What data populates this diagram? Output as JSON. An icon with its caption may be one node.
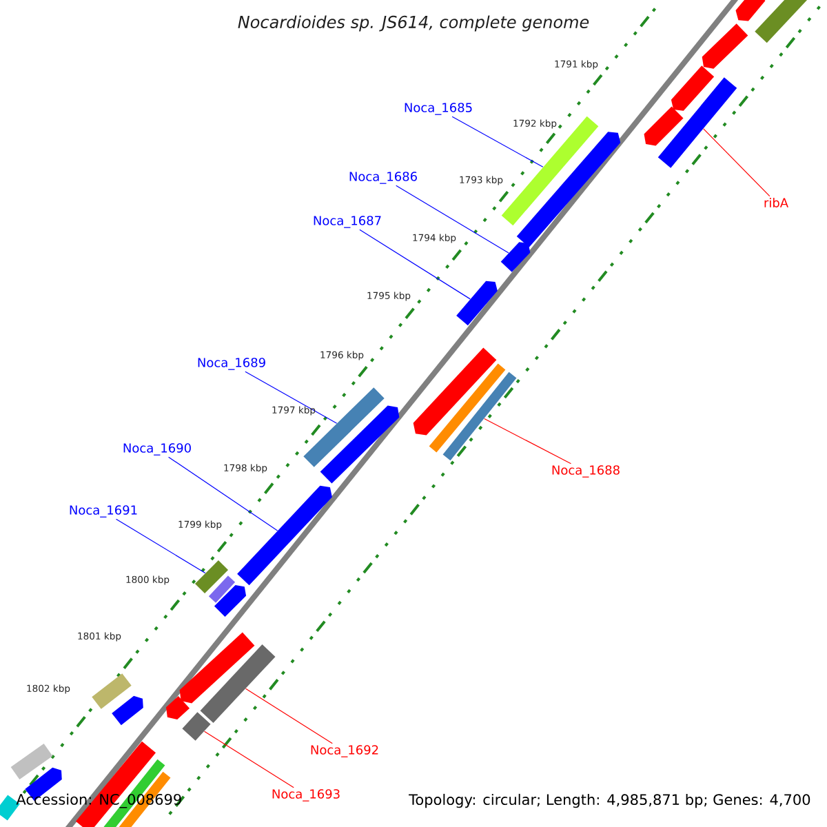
{
  "diagram": {
    "title": "Nocardioides sp. JS614, complete genome",
    "nodes": [
      {
        "text": [
          "Noca_1685"
        ]
      },
      {
        "text": [],
        "shape": "bar"
      },
      {
        "text": [
          "Noca_1686"
        ]
      },
      {
        "text": [],
        "shape": "pentagon"
      },
      {
        "text": [
          "Noca_1687"
        ]
      },
      {
        "text": [],
        "shape": "pentagon"
      },
      {
        "text": [
          "Noca_1689"
        ]
      },
      {
        "text": [],
        "shape": "bar"
      },
      {
        "text": [
          "Noca_1690"
        ]
      },
      {
        "text": [],
        "shape": "pentagon"
      },
      {
        "text": [
          "Noca_1691"
        ]
      },
      {
        "text": [],
        "shape": "bar"
      },
      {
        "text": [
          "ribA"
        ]
      },
      {
        "text": [],
        "shape": "bar"
      },
      {
        "text": [
          "Noca_1688"
        ]
      },
      {
        "text": [],
        "shape": "bar"
      },
      {
        "text": [
          "Noca_1692"
        ]
      },
      {
        "text": [],
        "shape": "bar"
      },
      {
        "text": [
          "Noca_1693"
        ]
      },
      {
        "text": [],
        "shape": "bar"
      },
      {
        "text": [],
        "shape": "pentagon"
      },
      {
        "text": [],
        "shape": "bar"
      },
      {
        "text": [],
        "shape": "pentagon"
      },
      {
        "text": [],
        "shape": "pentagon"
      },
      {
        "text": [],
        "shape": "pentagon"
      },
      {
        "text": [],
        "shape": "pentagon"
      },
      {
        "text": [],
        "shape": "pentagon"
      },
      {
        "text": [],
        "shape": "bar"
      },
      {
        "text": [],
        "shape": "pentagon"
      },
      {
        "text": [],
        "shape": "bar"
      },
      {
        "text": [],
        "shape": "pentagon"
      },
      {
        "text": [],
        "shape": "pentagon"
      },
      {
        "text": [],
        "shape": "bar"
      },
      {
        "text": [],
        "shape": "pentagon"
      },
      {
        "text": [],
        "shape": "pentagon"
      },
      {
        "text": [],
        "shape": "bar"
      },
      {
        "text": [],
        "shape": "bar"
      },
      {
        "text": [],
        "shape": "pentagon"
      },
      {
        "text": [],
        "shape": "bar"
      },
      {
        "text": [],
        "shape": "bar"
      },
      {
        "text": [],
        "shape": "bar"
      }
    ],
    "edges": [
      {
        "from": 0,
        "to": 1,
        "arrow": "none"
      },
      {
        "from": 2,
        "to": 3,
        "arrow": "none"
      },
      {
        "from": 4,
        "to": 5,
        "arrow": "none"
      },
      {
        "from": 6,
        "to": 7,
        "arrow": "none"
      },
      {
        "from": 8,
        "to": 9,
        "arrow": "none"
      },
      {
        "from": 10,
        "to": 11,
        "arrow": "none"
      },
      {
        "from": 12,
        "to": 13,
        "arrow": "none",
        "color": "#ff0000"
      },
      {
        "from": 14,
        "to": 15,
        "arrow": "none",
        "color": "#ff0000"
      },
      {
        "from": 16,
        "to": 17,
        "arrow": "none",
        "color": "#ff0000"
      },
      {
        "from": 18,
        "to": 19,
        "arrow": "none",
        "color": "#ff0000"
      }
    ],
    "labels": [
      "1791 kbp",
      "1792 kbp",
      "1793 kbp",
      "1794 kbp",
      "1795 kbp",
      "1796 kbp",
      "1797 kbp",
      "1798 kbp",
      "1799 kbp",
      "1800 kbp",
      "1801 kbp",
      "1802 kbp",
      "Accession: NC_008699",
      "Topology: circular; Length: 4,985,871 bp; Genes: 4,700"
    ]
  }
}
